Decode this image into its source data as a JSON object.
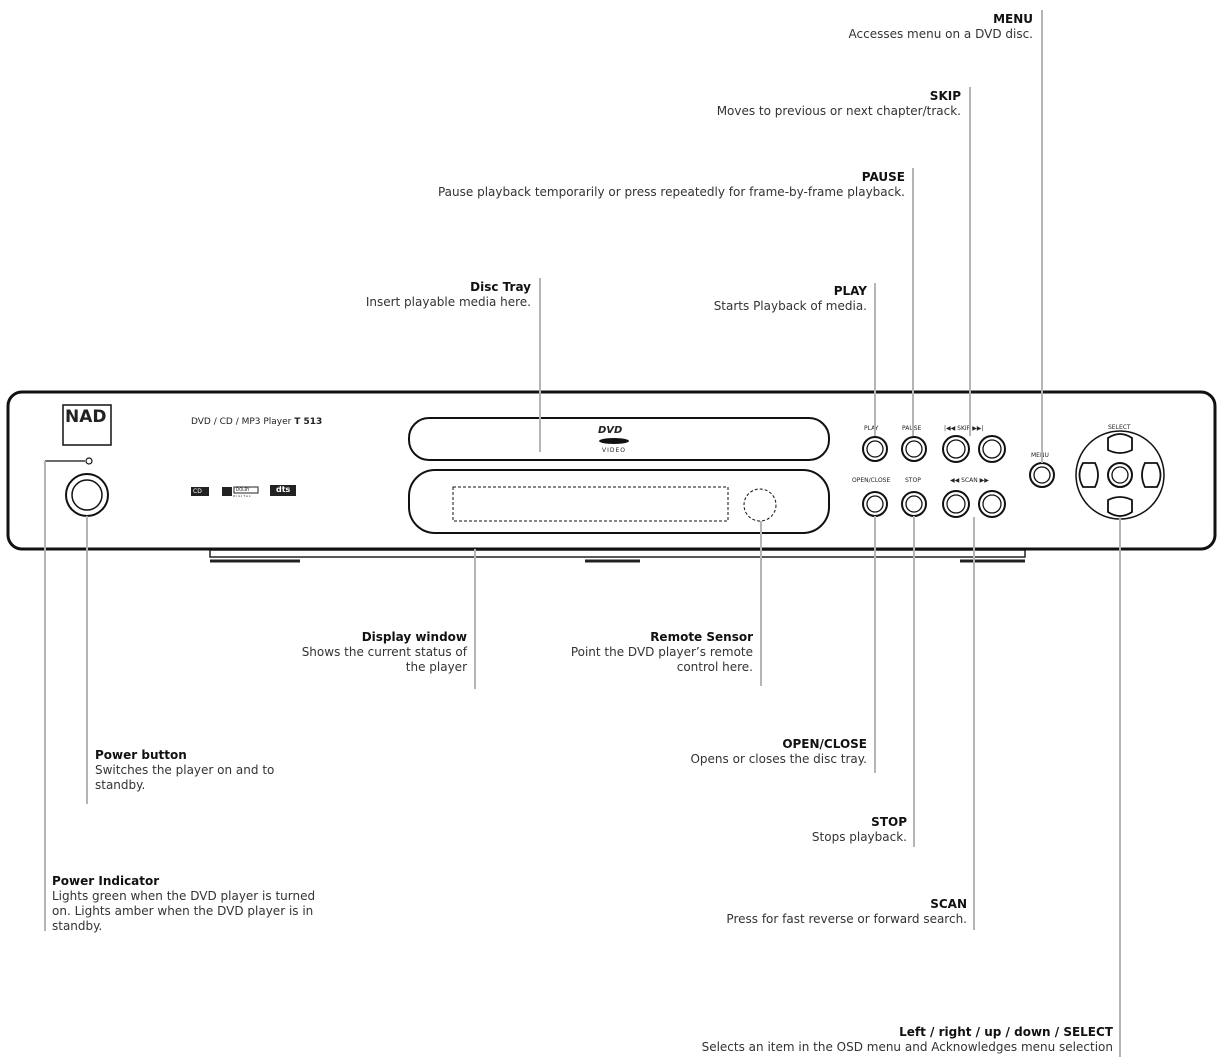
{
  "device": {
    "brand": "NAD",
    "model_prefix": "DVD / CD / MP3 Player",
    "model": "T 513",
    "dvd_logo_top": "DVD",
    "dvd_logo_bottom": "VIDEO",
    "button_labels": {
      "play": "PLAY",
      "pause": "PAUSE",
      "skip": "|◀◀  SKIP  ▶▶|",
      "menu": "MENU",
      "select": "SELECT",
      "open_close": "OPEN/CLOSE",
      "stop": "STOP",
      "scan": "◀◀  SCAN  ▶▶"
    },
    "badges": {
      "disc": "CD",
      "dolby": "DOLBY",
      "dolby_digital": "D I G I T A L",
      "dts": "dts"
    }
  },
  "callouts": {
    "menu": {
      "title": "MENU",
      "desc": "Accesses menu on a DVD disc."
    },
    "skip": {
      "title": "SKIP",
      "desc": "Moves to previous or next chapter/track."
    },
    "pause": {
      "title": "PAUSE",
      "desc": "Pause playback temporarily or press repeatedly for frame-by-frame playback."
    },
    "disc_tray": {
      "title": "Disc Tray",
      "desc": "Insert playable media here."
    },
    "play": {
      "title": "PLAY",
      "desc": "Starts Playback of media."
    },
    "display_window": {
      "title": "Display window",
      "desc_1": "Shows the current status of",
      "desc_2": "the player"
    },
    "remote_sensor": {
      "title": "Remote Sensor",
      "desc_1": "Point the DVD player’s remote",
      "desc_2": "control here."
    },
    "power_button": {
      "title": "Power button",
      "desc_1": "Switches the player on and to",
      "desc_2": "standby."
    },
    "open_close": {
      "title": "OPEN/CLOSE",
      "desc": "Opens or closes the disc tray."
    },
    "stop": {
      "title": "STOP",
      "desc": "Stops playback."
    },
    "power_indicator": {
      "title": "Power Indicator",
      "desc_1": "Lights green when the DVD player is turned",
      "desc_2": "on.  Lights amber when the DVD player is in",
      "desc_3": "standby."
    },
    "scan": {
      "title": "SCAN",
      "desc": "Press for fast reverse or forward search."
    },
    "select": {
      "title": "Left / right / up / down / SELECT",
      "desc": "Selects an item in the OSD menu and Acknowledges menu selection"
    }
  }
}
